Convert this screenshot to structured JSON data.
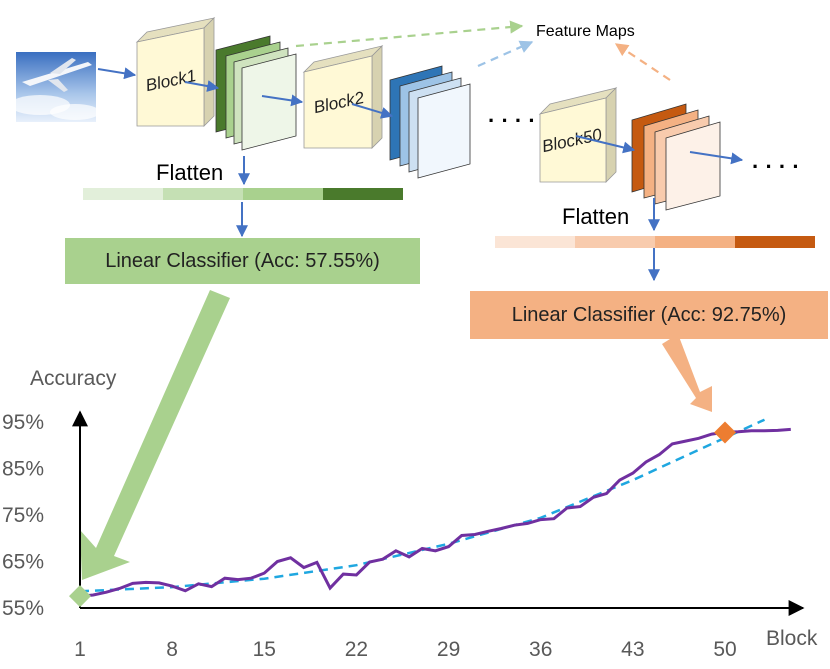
{
  "blocks": [
    "Block1",
    "Block2",
    "Block50"
  ],
  "feature_maps_label": "Feature Maps",
  "flatten_label": "Flatten",
  "classifier_left": "Linear Classifier (Acc: 57.55%)",
  "classifier_right": "Linear Classifier (Acc: 92.75%)",
  "ellipsis": "· · · ·",
  "colors": {
    "green_dark": "#4a7a2c",
    "green_mid": "#a9d18e",
    "green_light": "#e2efda",
    "blue_dark": "#2e75b6",
    "blue_light": "#bdd7ee",
    "orange_dark": "#c55a11",
    "orange_mid": "#f4b183",
    "orange_light": "#fbe5d6",
    "block_fill": "#fff9d6",
    "curve": "#7030a0",
    "trend": "#1fa7e0",
    "arrow_blue": "#4472c4"
  },
  "chart_data": {
    "type": "line",
    "title": "",
    "ylabel": "Accuracy",
    "xlabel": "Block",
    "x_ticks": [
      "1",
      "8",
      "15",
      "22",
      "29",
      "36",
      "43",
      "50"
    ],
    "y_ticks": [
      "55%",
      "65%",
      "75%",
      "85%",
      "95%"
    ],
    "xlim": [
      1,
      55
    ],
    "ylim": [
      55,
      97
    ],
    "series": [
      {
        "x": [
          1,
          2,
          3,
          4,
          5,
          6,
          7,
          8,
          9,
          10,
          11,
          12,
          13,
          14,
          15,
          16,
          17,
          18,
          19,
          20,
          21,
          22,
          23,
          24,
          25,
          26,
          27,
          28,
          29,
          30,
          31,
          32,
          33,
          34,
          35,
          36,
          37,
          38,
          39,
          40,
          41,
          42,
          43,
          44,
          45,
          46,
          47,
          48,
          49,
          50,
          51,
          52,
          53,
          54,
          55
        ],
        "values": [
          57.5,
          57.8,
          58.4,
          59.2,
          60.3,
          60.5,
          60.4,
          59.7,
          58.7,
          60.2,
          59.6,
          61.4,
          61.1,
          61.4,
          62.5,
          65,
          65.8,
          63.7,
          64.8,
          59.3,
          62.3,
          62.1,
          64.9,
          65.5,
          67.3,
          66,
          67.8,
          67.3,
          68.2,
          70.6,
          70.8,
          71.5,
          72.1,
          72.8,
          73.2,
          74,
          74.2,
          76.5,
          76.8,
          78.8,
          79.6,
          82.5,
          84,
          86.4,
          88,
          90.3,
          90.9,
          91.5,
          92.4,
          92.8,
          92.9,
          93.1,
          93.1,
          93.2,
          93.4
        ]
      },
      {
        "x": [
          1,
          8,
          15,
          22,
          29,
          36,
          43,
          50,
          53
        ],
        "values": [
          58.6,
          59.5,
          61.3,
          64.2,
          68.8,
          74.4,
          82.5,
          91.6,
          95.5
        ]
      }
    ],
    "highlights": [
      {
        "x": 1,
        "y": 57.55
      },
      {
        "x": 50,
        "y": 92.75
      }
    ]
  }
}
